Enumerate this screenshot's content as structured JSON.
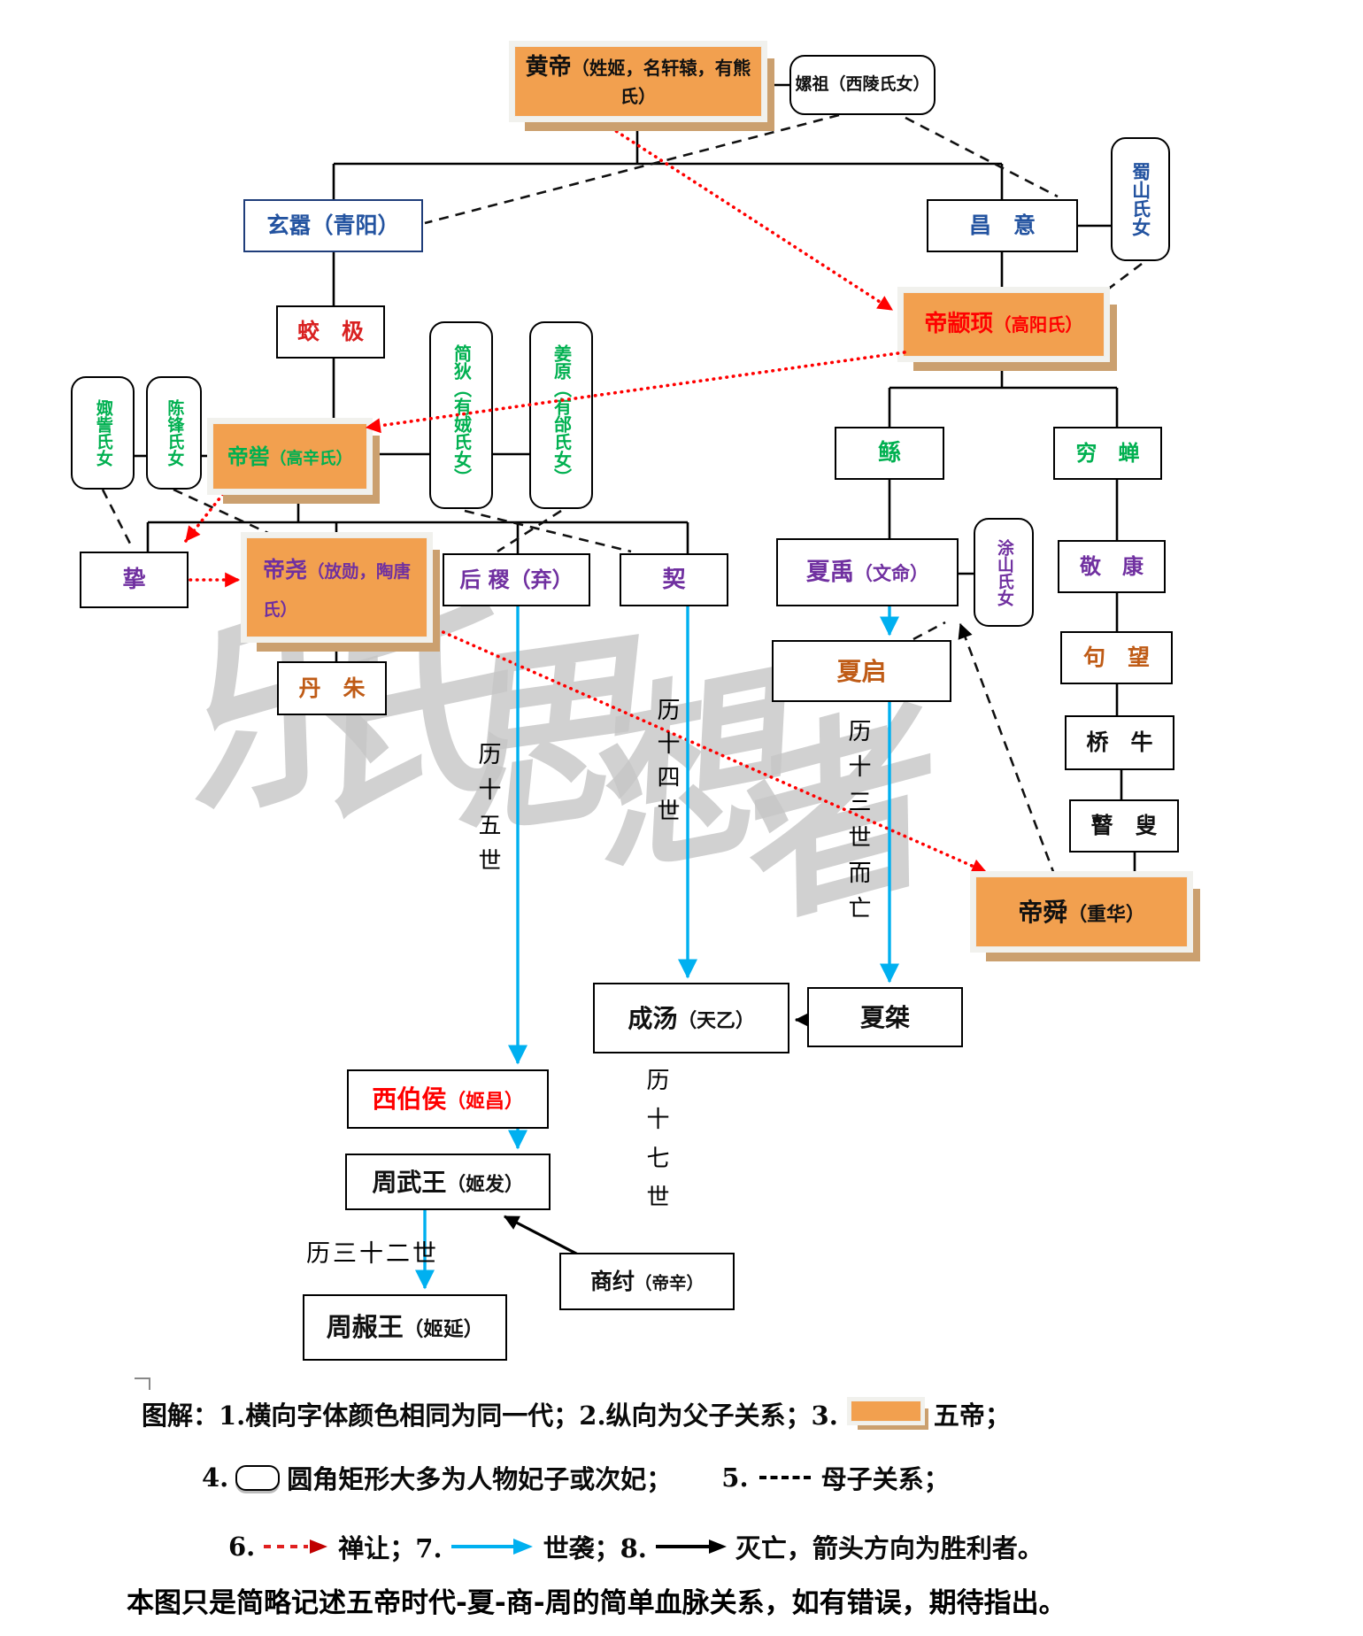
{
  "nodes": {
    "huangdi": {
      "label": "黄帝",
      "sub": "（姓姬，名轩辕，有熊氏）"
    },
    "leizu": {
      "label": "嫘祖（西陵氏女）"
    },
    "shushan": {
      "label": "蜀山氏女"
    },
    "xuanxiao": {
      "label": "玄嚣（青阳）"
    },
    "changyi": {
      "label": "昌　意"
    },
    "jiaoji": {
      "label": "蛟　极"
    },
    "zhuanxu": {
      "label": "帝颛顼",
      "sub": "（高阳氏）"
    },
    "jiandi": {
      "label": "简狄（有娀氏女）"
    },
    "jiangyuan": {
      "label": "姜原（有邰氏女）"
    },
    "juzi": {
      "label": "娵訾氏女"
    },
    "chenfeng": {
      "label": "陈锋氏女"
    },
    "diku": {
      "label": "帝喾",
      "sub": "（高辛氏）"
    },
    "zhi": {
      "label": "挚"
    },
    "diyao": {
      "label": "帝尧",
      "sub": "（放勋，陶唐氏）"
    },
    "danzhu": {
      "label": "丹　朱"
    },
    "houji": {
      "label": "后 稷（弃）"
    },
    "xie": {
      "label": "契"
    },
    "gun": {
      "label": "鲧"
    },
    "qiongchan": {
      "label": "穷　蝉"
    },
    "xiayu": {
      "label": "夏禹",
      "sub": "（文命）"
    },
    "tushan": {
      "label": "涂山氏女"
    },
    "jingkang": {
      "label": "敬　康"
    },
    "xiaqi": {
      "label": "夏启"
    },
    "juwang": {
      "label": "句　望"
    },
    "qiaoniu": {
      "label": "桥　牛"
    },
    "gusou": {
      "label": "瞽　叟"
    },
    "dishun": {
      "label": "帝舜",
      "sub": "（重华）"
    },
    "chengtang": {
      "label": "成汤",
      "sub": "（天乙）"
    },
    "xiajie": {
      "label": "夏桀"
    },
    "xibohou": {
      "label": "西伯侯",
      "sub": "（姬昌）"
    },
    "zhouwuwang": {
      "label": "周武王",
      "sub": "（姬发）"
    },
    "shangzhou": {
      "label": "商纣",
      "sub": "（帝辛）"
    },
    "zhounanwang": {
      "label": "周赧王",
      "sub": "（姬延）"
    }
  },
  "gen_labels": {
    "zhou_pre": "历十五世",
    "shang_pre": "历十四世",
    "xia": "历十三世而亡",
    "shang": "历十七世",
    "zhou": "历三十二世"
  },
  "legend": {
    "row1_prefix": "图解：1.横向字体颜色相同为同一代；2.纵向为父子关系；3.",
    "row1_suffix": "五帝；",
    "row2_n1": "4.",
    "row2_t1": "圆角矩形大多为人物妃子或次妃；",
    "row2_n2": "5.",
    "row2_t2": "母子关系；",
    "row3_n1": "6.",
    "row3_t1": "禅让；7.",
    "row3_t2": "世袭；8.",
    "row3_t3": "灭亡，箭头方向为胜利者。"
  },
  "footnote": "本图只是简略记述五帝时代-夏-商-周的简单血脉关系，如有错误，期待指出。",
  "watermark": {
    "chars": [
      "乐",
      "氏",
      "思",
      "想",
      "者"
    ]
  },
  "colors": {
    "emperor_fill": "#F2A04F",
    "shadow": "#CBA06F",
    "hereditary_blue": "#00B0F0",
    "abdicate_red": "#FF0000",
    "green": "#00B050",
    "purple": "#7030A0",
    "brown": "#BF5B16",
    "blue_text": "#2353A0"
  }
}
